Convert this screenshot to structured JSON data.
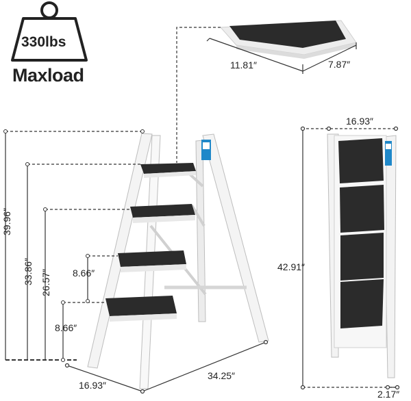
{
  "badge": {
    "weight": "330lbs",
    "label": "Maxload"
  },
  "step_top": {
    "width": "11.81″",
    "depth": "7.87″"
  },
  "ladder_open": {
    "height_total": "39.96″",
    "height_step3": "33.86″",
    "height_step2": "26.57″",
    "step_gap_upper": "8.66″",
    "step_gap_lower": "8.66″",
    "base_width": "16.93″",
    "base_depth": "34.25″"
  },
  "ladder_folded": {
    "width": "16.93″",
    "height": "42.91″",
    "thickness": "2.17″"
  },
  "colors": {
    "frame": "#f4f4f4",
    "frame_edge": "#bdbdbd",
    "tread": "#2b2b2b",
    "dim_line": "#333333",
    "label_blue": "#1f88c9"
  }
}
